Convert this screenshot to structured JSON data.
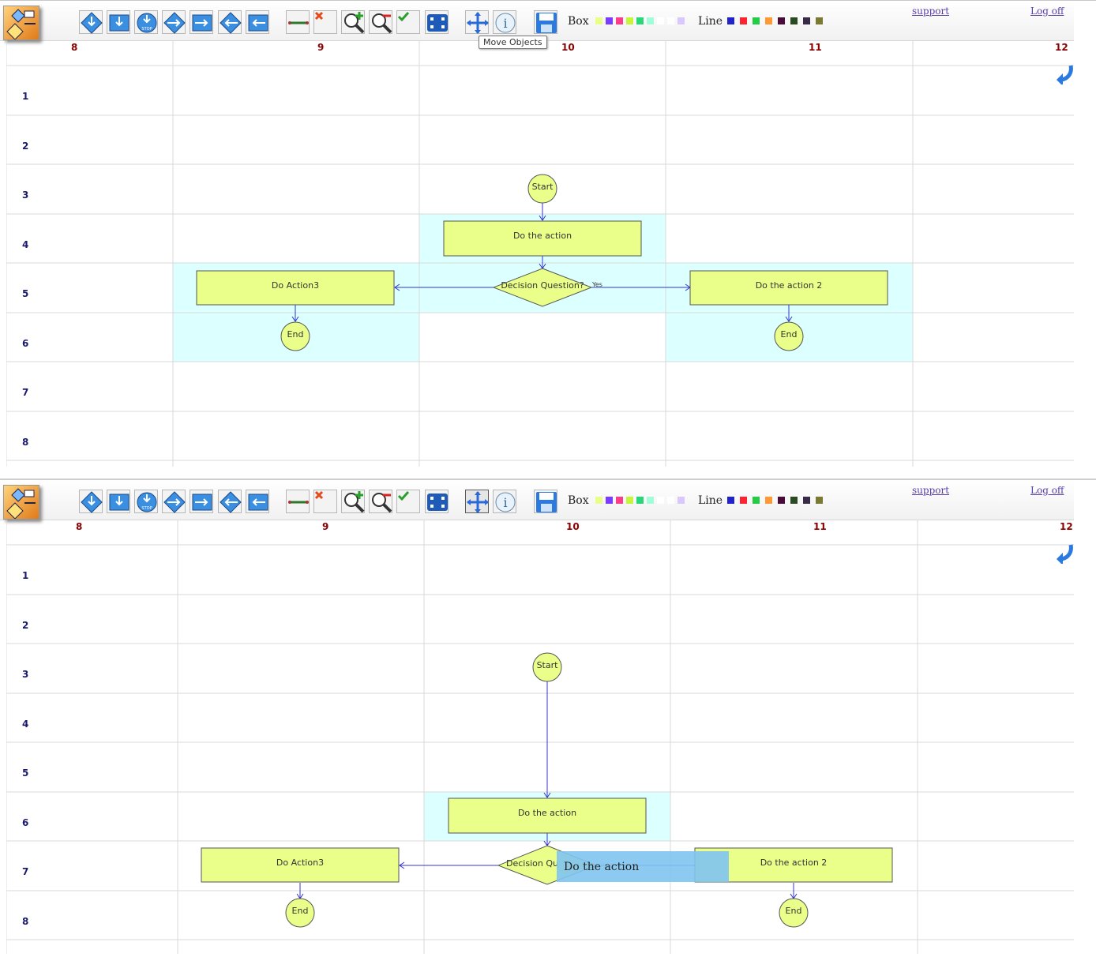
{
  "toolbar": {
    "box_label": "Box",
    "line_label": "Line",
    "support_link": "support",
    "logoff_link": "Log off",
    "tooltip": "Move Objects",
    "box_colors": [
      "#eaff8a",
      "#7a3cff",
      "#ff3c8a",
      "#c7f53a",
      "#2ad67a",
      "#a0ffd8",
      "#ffffff",
      "#ffffff",
      "#d9c8ff"
    ],
    "line_colors": [
      "#2222cc",
      "#ff2233",
      "#22cc44",
      "#ff9933",
      "#4a0a3a",
      "#2a4a22",
      "#3a2a4a",
      "#7a7a33"
    ]
  },
  "grid": {
    "col_labels": [
      "8",
      "9",
      "10",
      "11",
      "12"
    ],
    "row_labels": [
      "1",
      "2",
      "3",
      "4",
      "5",
      "6",
      "7",
      "8"
    ]
  },
  "panel1": {
    "start": "Start",
    "action": "Do the action",
    "decision": "Decision Question?",
    "yes": "Yes",
    "action3": "Do Action3",
    "action2": "Do the action 2",
    "end": "End"
  },
  "panel2": {
    "start": "Start",
    "action": "Do the action",
    "decision": "Decision Qu",
    "action3": "Do Action3",
    "action2": "Do the action 2",
    "end": "End",
    "drag_ghost": "Do the action"
  },
  "colors": {
    "node_fill": "#eaff8a",
    "highlight": "#dcffff",
    "connector": "#3333cc",
    "ghost": "#7fc4f0"
  }
}
